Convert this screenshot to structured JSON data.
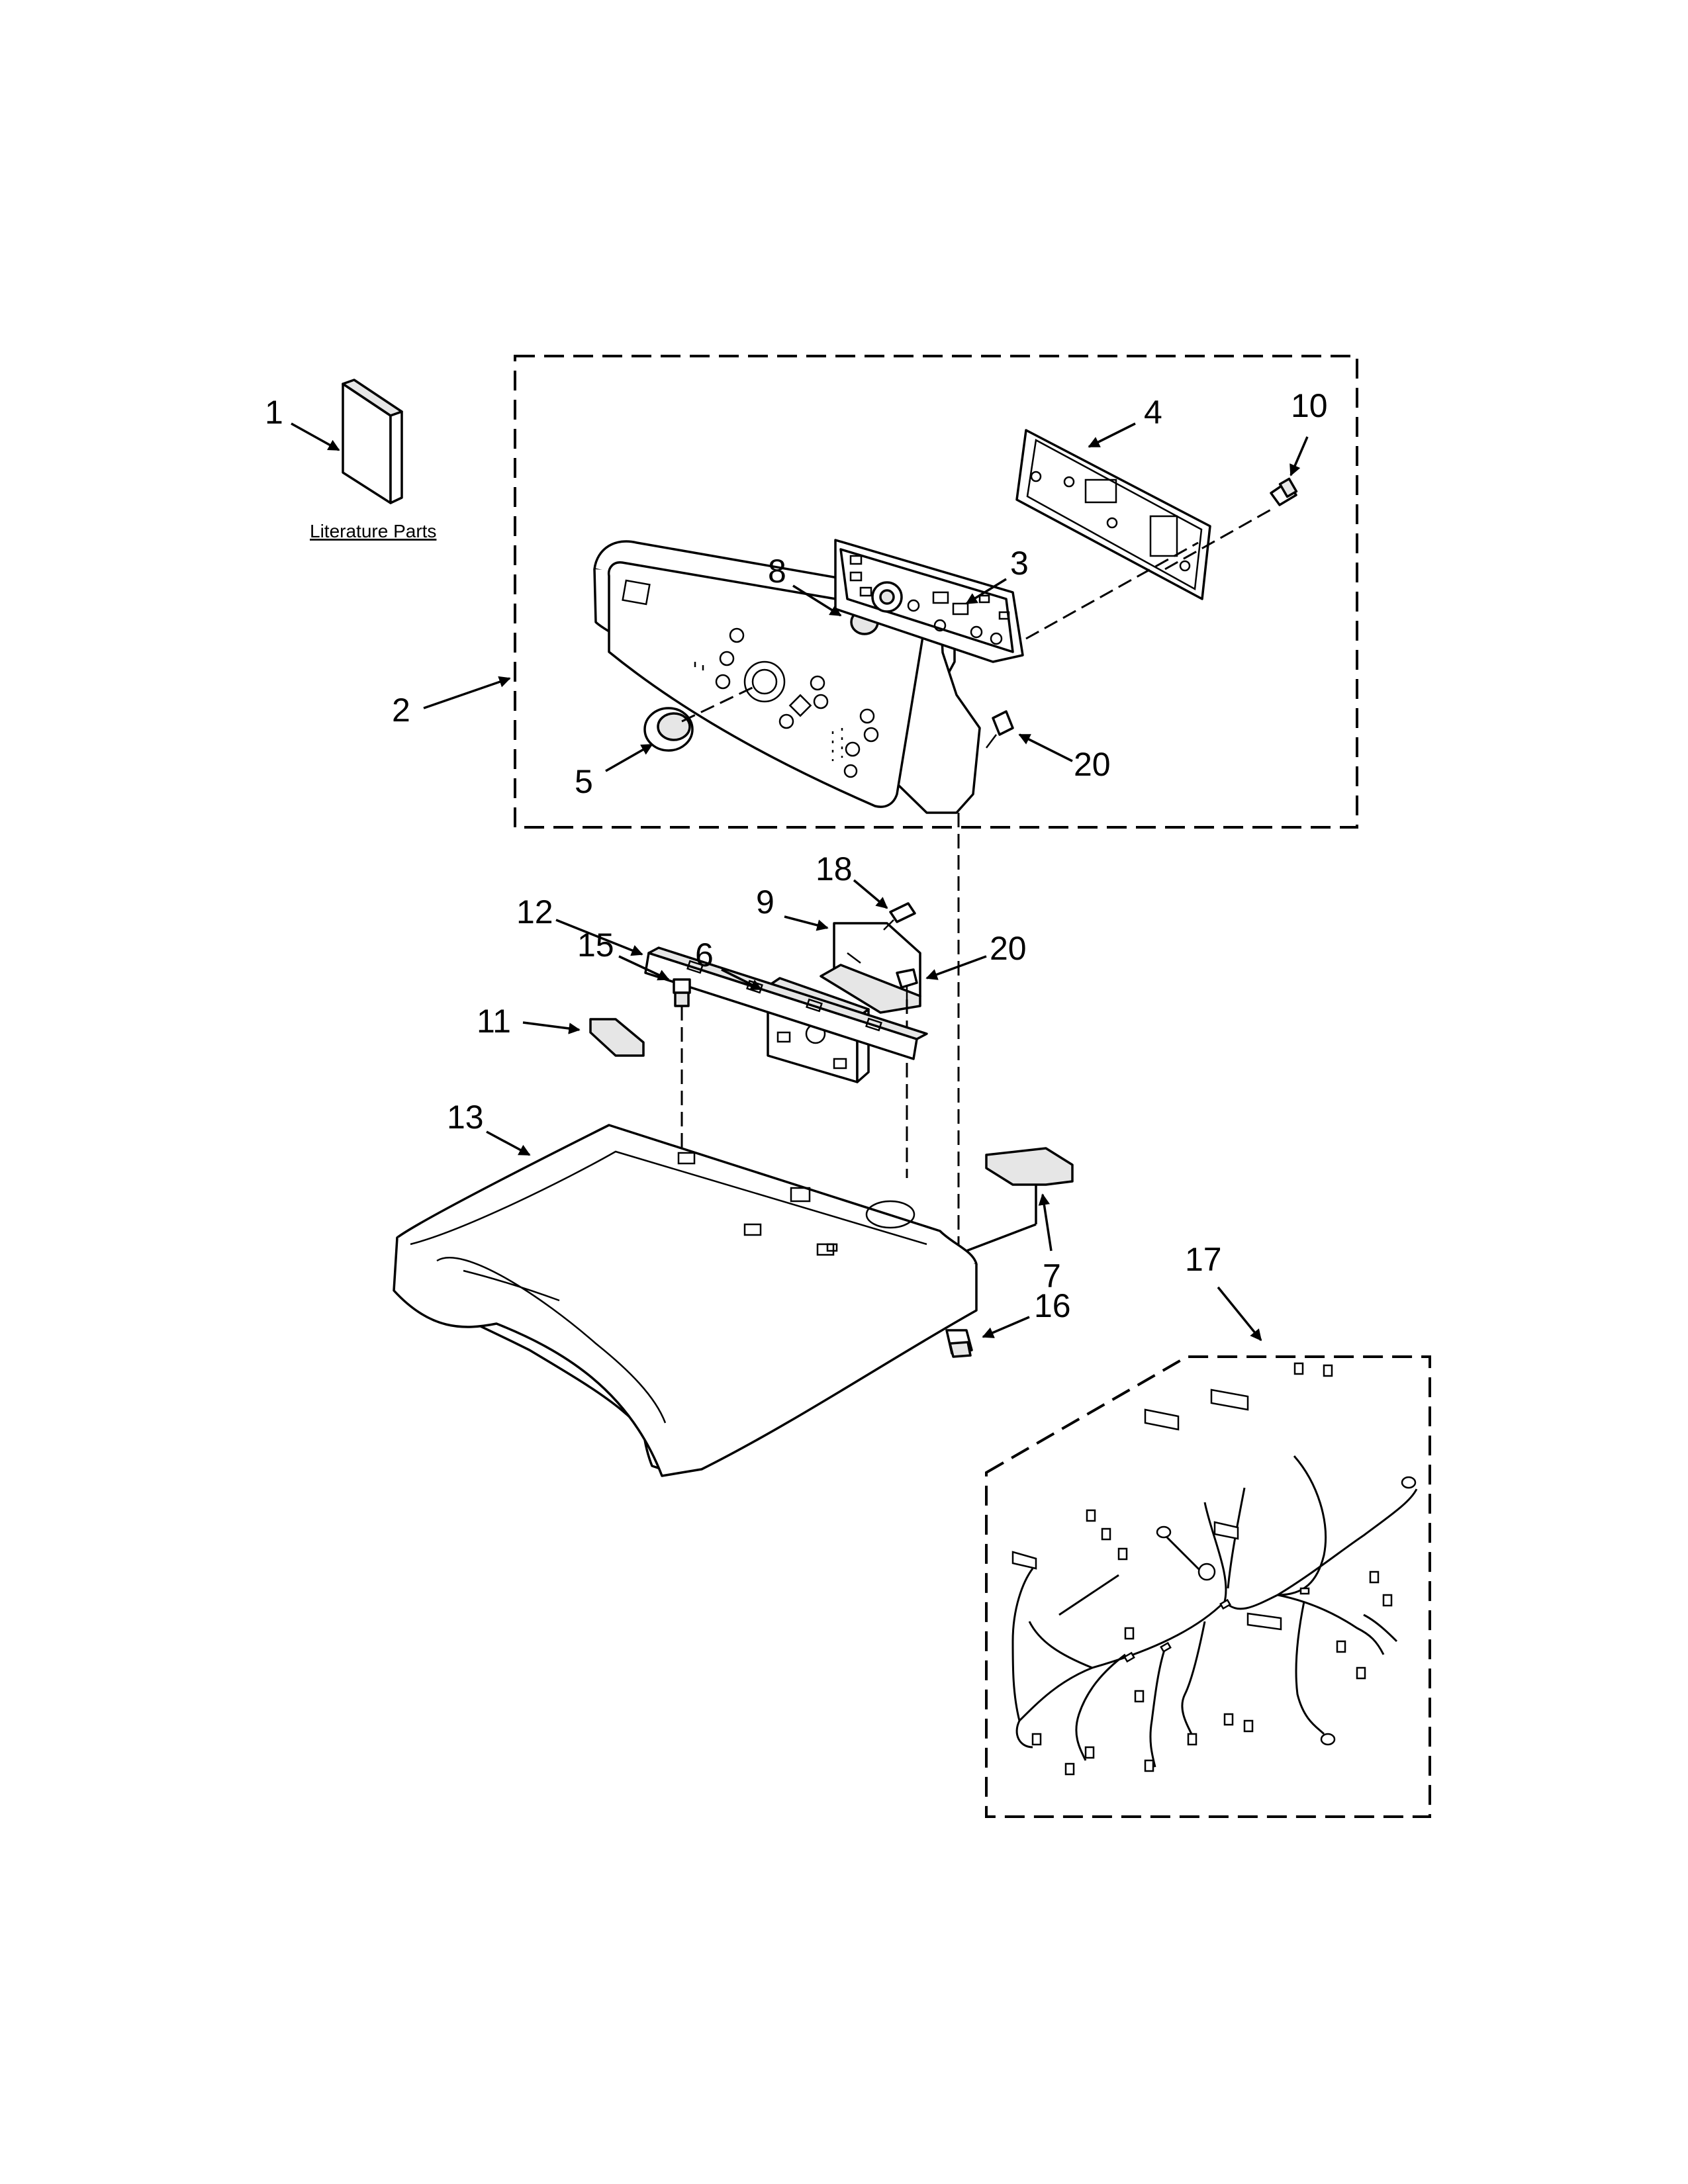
{
  "literature_label": "Literature Parts",
  "callouts": {
    "p1": "1",
    "p2": "2",
    "p3": "3",
    "p4": "4",
    "p5": "5",
    "p6": "6",
    "p7": "7",
    "p8": "8",
    "p9": "9",
    "p10": "10",
    "p11": "11",
    "p12": "12",
    "p13": "13",
    "p15": "15",
    "p16": "16",
    "p17": "17",
    "p18": "18",
    "p20a": "20",
    "p20b": "20"
  }
}
